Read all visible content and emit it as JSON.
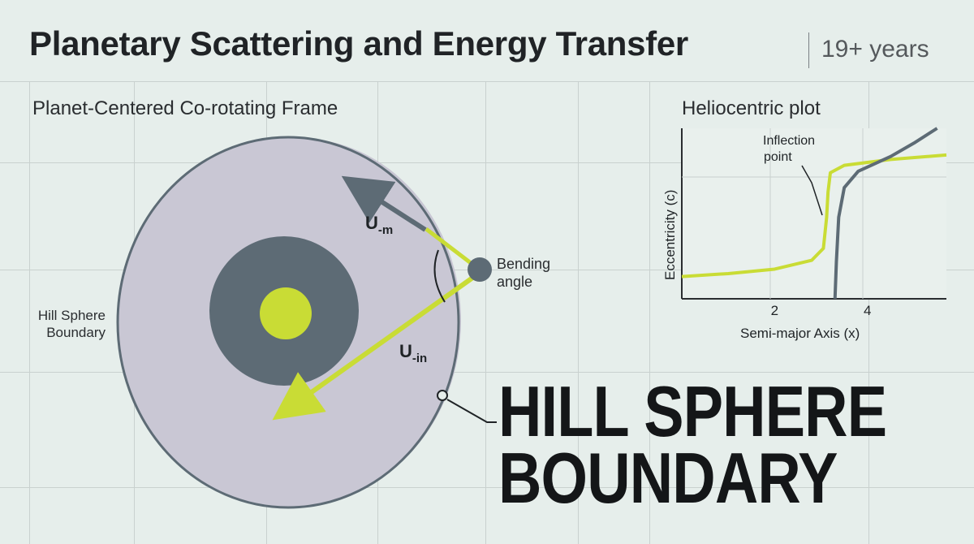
{
  "header": {
    "title": "Planetary Scattering and Energy Transfer",
    "badge": "19+ years"
  },
  "left_panel": {
    "frame_label": "Planet-Centered Co-rotating Frame",
    "hill_sphere_label": "Hill Sphere Boundary",
    "vector_out_label": "U",
    "vector_out_sub": "-m",
    "vector_in_label": "U",
    "vector_in_sub": "-in",
    "bending_label": "Bending angle",
    "callout_line1": "HILL SPHERE",
    "callout_line2": "BOUNDARY"
  },
  "right_panel": {
    "title": "Heliocentric plot",
    "annotation": "Inflection point",
    "annotation_line1": "Inflection",
    "annotation_line2": "point",
    "xlabel": "Semi-major Axis (x)",
    "ylabel": "Eccentricity (c)",
    "x_ticks": [
      "2",
      "4"
    ]
  },
  "colors": {
    "background": "#e6eeeb",
    "hill_sphere": "#c8c6d3",
    "planet_dark": "#5d6b75",
    "accent_lime": "#c9dc35",
    "text": "#1f2326"
  },
  "chart_data": {
    "type": "line",
    "title": "Heliocentric plot",
    "xlabel": "Semi-major Axis (x)",
    "ylabel": "Eccentricity (c)",
    "x_ticks": [
      2,
      4
    ],
    "xlim": [
      0,
      5.7
    ],
    "series": [
      {
        "color": "#c9dc35",
        "points": [
          [
            0,
            0.05
          ],
          [
            1,
            0.07
          ],
          [
            2,
            0.1
          ],
          [
            2.8,
            0.16
          ],
          [
            3.05,
            0.24
          ],
          [
            3.12,
            0.45
          ],
          [
            3.15,
            0.62
          ],
          [
            3.2,
            0.75
          ],
          [
            3.5,
            0.8
          ],
          [
            4.5,
            0.84
          ],
          [
            5.7,
            0.87
          ]
        ]
      },
      {
        "color": "#5d6b75",
        "points": [
          [
            3.3,
            -0.1
          ],
          [
            3.33,
            0.15
          ],
          [
            3.38,
            0.45
          ],
          [
            3.5,
            0.65
          ],
          [
            3.8,
            0.76
          ],
          [
            4.5,
            0.86
          ],
          [
            5.0,
            0.95
          ],
          [
            5.5,
            1.05
          ]
        ]
      }
    ]
  }
}
